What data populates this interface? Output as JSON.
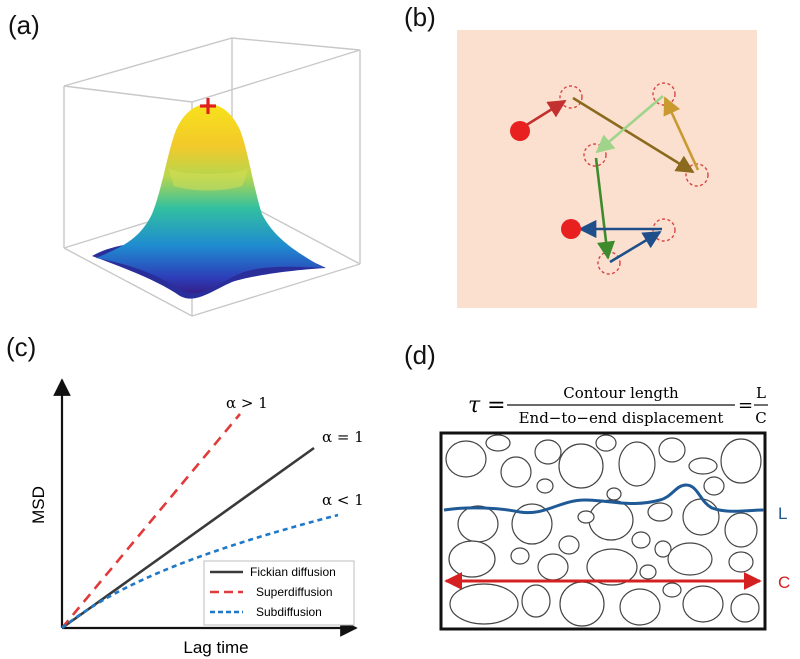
{
  "panels": {
    "a": {
      "label": "(a)"
    },
    "b": {
      "label": "(b)"
    },
    "c": {
      "label": "(c)",
      "x_axis_label": "Lag time",
      "y_axis_label": "MSD",
      "annotations": [
        "α > 1",
        "α = 1",
        "α < 1"
      ],
      "legend": [
        "Fickian diffusion",
        "Superdiffusion",
        "Subdiffusion"
      ]
    },
    "d": {
      "label": "(d)",
      "formula": {
        "lhs": "τ =",
        "numerator": "Contour length",
        "denominator": "End−to−end displacement",
        "eq": "=",
        "rhs_num": "L",
        "rhs_den": "C"
      },
      "line_labels": {
        "L": "L",
        "C": "C"
      }
    }
  },
  "colors": {
    "fickian": "#3a3a3a",
    "super": "#e03a3a",
    "sub": "#1f77c8",
    "contour": "#1f5a96",
    "displacement": "#d42020",
    "particle": "#e82020",
    "panel_b_bg": "#fbe0d0"
  },
  "chart_data": {
    "type": "line",
    "xlabel": "Lag time",
    "ylabel": "MSD",
    "series": [
      {
        "name": "Fickian diffusion",
        "style": "solid",
        "color": "#3a3a3a"
      },
      {
        "name": "Superdiffusion",
        "style": "dashed",
        "color": "#e03a3a"
      },
      {
        "name": "Subdiffusion",
        "style": "dotted",
        "color": "#1f77c8"
      }
    ]
  }
}
